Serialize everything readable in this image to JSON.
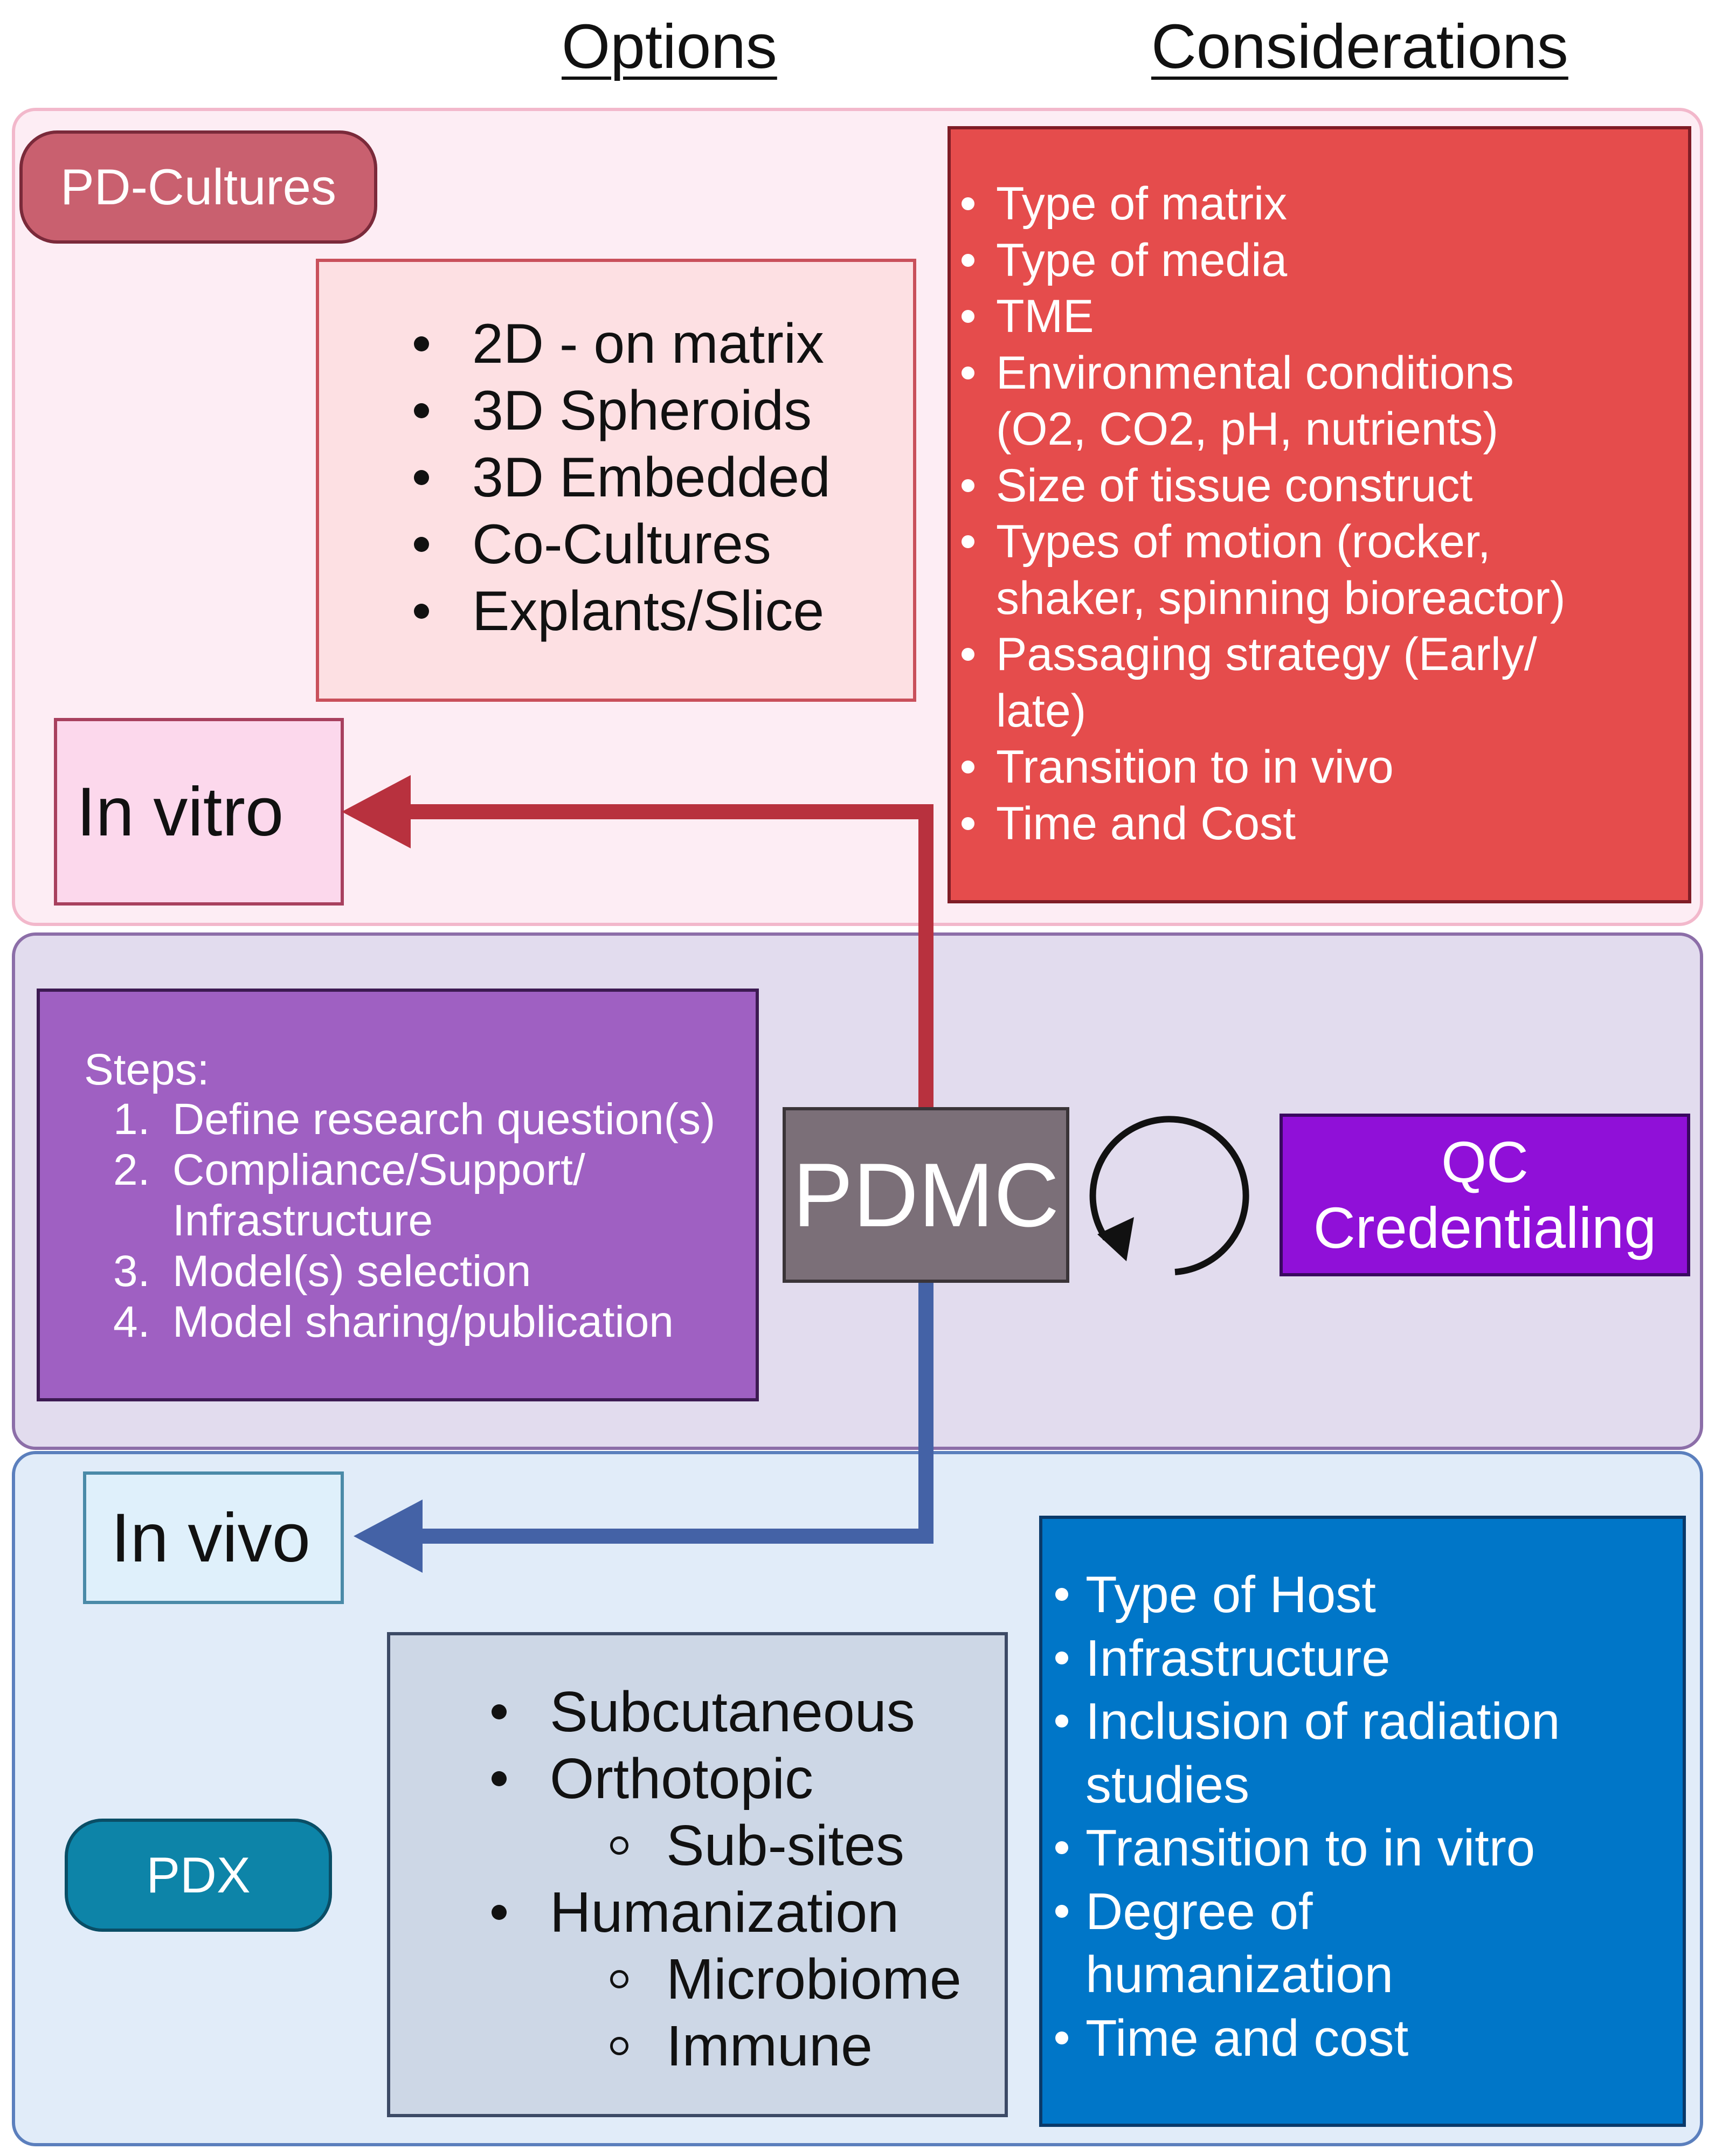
{
  "headers": {
    "options": "Options",
    "considerations": "Considerations"
  },
  "in_vitro": {
    "category": "PD-Cultures",
    "label": "In vitro",
    "options": [
      "2D - on matrix",
      "3D Spheroids",
      "3D Embedded",
      "Co-Cultures",
      "Explants/Slice"
    ],
    "considerations": [
      "Type of matrix",
      "Type of media",
      "TME",
      "Environmental conditions",
      "(O2, CO2, pH, nutrients)",
      "Size of tissue construct",
      "Types of motion (rocker,",
      "shaker, spinning bioreactor)",
      "Passaging strategy (Early/",
      "late)",
      "Transition to in vivo",
      "Time and Cost"
    ]
  },
  "center": {
    "steps_title": "Steps:",
    "steps": [
      {
        "num": "1.",
        "lines": [
          "Define research question(s)"
        ]
      },
      {
        "num": "2.",
        "lines": [
          "Compliance/Support/",
          "Infrastructure"
        ]
      },
      {
        "num": "3.",
        "lines": [
          "Model(s) selection"
        ]
      },
      {
        "num": "4.",
        "lines": [
          "Model sharing/publication"
        ]
      }
    ],
    "hub": "PDMC",
    "qc_line1": "QC",
    "qc_line2": "Credentialing",
    "colors": {
      "hub": "#7b6f78",
      "qc": "#9010d8",
      "steps": "#9f60c2"
    }
  },
  "in_vivo": {
    "category": "PDX",
    "label": "In vivo",
    "options": [
      {
        "text": "Subcutaneous",
        "level": 0
      },
      {
        "text": "Orthotopic",
        "level": 0
      },
      {
        "text": "Sub-sites",
        "level": 1
      },
      {
        "text": "Humanization",
        "level": 0
      },
      {
        "text": "Microbiome",
        "level": 1
      },
      {
        "text": "Immune",
        "level": 1
      }
    ],
    "considerations": [
      "Type of Host",
      "Infrastructure",
      "Inclusion of radiation",
      "studies",
      "Transition to in vitro",
      "Degree of",
      "humanization",
      "Time and cost"
    ]
  },
  "colors": {
    "vitro_arrow": "#b8313e",
    "vivo_arrow": "#4462a6",
    "vitro_considerations": "#e54c4c",
    "vivo_considerations": "#0076c8"
  }
}
